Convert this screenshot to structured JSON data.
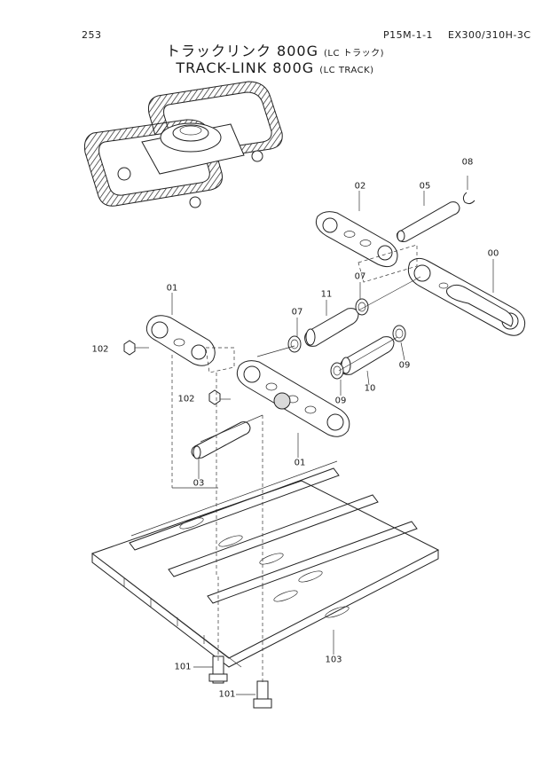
{
  "header": {
    "page_number": "253",
    "ref_code": "P15M-1-1",
    "model": "EX300/310H-3C"
  },
  "title": {
    "jp_main": "トラックリンク 800G",
    "jp_sub": "(LC トラック)",
    "en_main": "TRACK-LINK 800G",
    "en_sub": "(LC TRACK)"
  },
  "callouts": {
    "c08": "08",
    "c02": "02",
    "c05": "05",
    "c00": "00",
    "c01a": "01",
    "c11": "11",
    "c07a": "07",
    "c07b": "07",
    "c102a": "102",
    "c09a": "09",
    "c09b": "09",
    "c10": "10",
    "c102b": "102",
    "c01b": "01",
    "c03": "03",
    "c103": "103",
    "c101a": "101",
    "c101b": "101"
  }
}
